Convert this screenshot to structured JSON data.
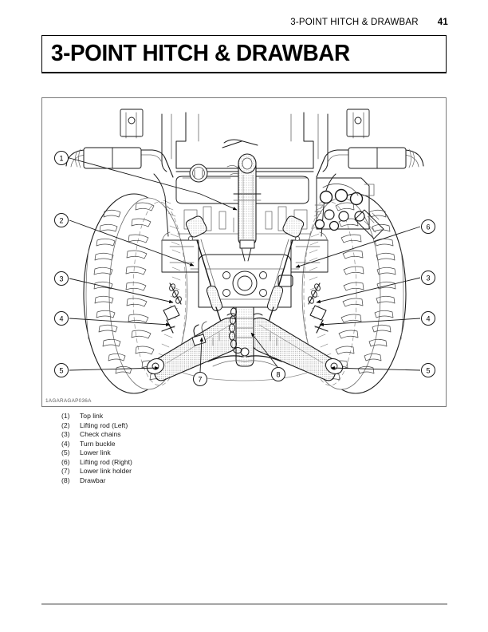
{
  "header": {
    "title": "3-POINT HITCH & DRAWBAR",
    "page_number": "41"
  },
  "title_box": {
    "heading": "3-POINT HITCH & DRAWBAR"
  },
  "figure": {
    "code": "1AGARAGAP036A",
    "description": "Rear view line drawing of tractor three-point hitch and drawbar",
    "callouts": [
      {
        "number": "1",
        "side": "left"
      },
      {
        "number": "2",
        "side": "left"
      },
      {
        "number": "3",
        "side": "left"
      },
      {
        "number": "4",
        "side": "left"
      },
      {
        "number": "5",
        "side": "left"
      },
      {
        "number": "6",
        "side": "right"
      },
      {
        "number": "3",
        "side": "right"
      },
      {
        "number": "4",
        "side": "right"
      },
      {
        "number": "5",
        "side": "right"
      },
      {
        "number": "7",
        "side": "inner"
      },
      {
        "number": "8",
        "side": "inner"
      }
    ]
  },
  "legend": {
    "items": [
      {
        "num": "(1)",
        "label": "Top link"
      },
      {
        "num": "(2)",
        "label": "Lifting rod (Left)"
      },
      {
        "num": "(3)",
        "label": "Check chains"
      },
      {
        "num": "(4)",
        "label": "Turn buckle"
      },
      {
        "num": "(5)",
        "label": "Lower link"
      },
      {
        "num": "(6)",
        "label": "Lifting rod (Right)"
      },
      {
        "num": "(7)",
        "label": "Lower link holder"
      },
      {
        "num": "(8)",
        "label": "Drawbar"
      }
    ]
  },
  "colors": {
    "ink": "#000000",
    "figure_border": "#7a7a7a",
    "footer_rule": "#a6a6a6",
    "shade_light": "#d8d8d8",
    "shade_mid": "#bdbdbd"
  }
}
